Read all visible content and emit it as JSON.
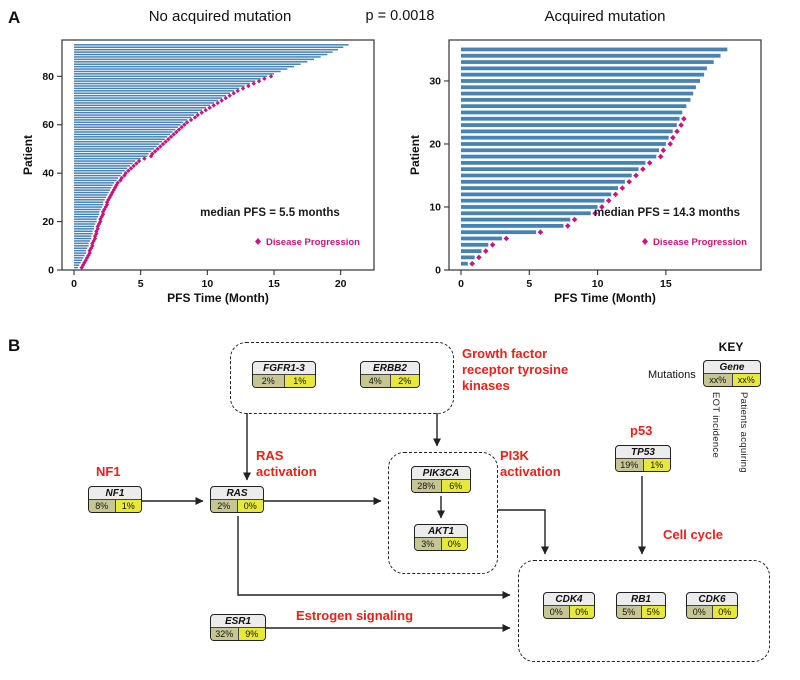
{
  "panel_a": {
    "label": "A",
    "p_value": "p = 0.0018"
  },
  "chart_data": [
    {
      "type": "bar",
      "orientation": "horizontal",
      "title": "No acquired mutation",
      "xlabel": "PFS Time (Month)",
      "ylabel": "Patient",
      "xlim": [
        0,
        21
      ],
      "ylim": [
        0,
        95
      ],
      "xticks": [
        0,
        5,
        10,
        15,
        20
      ],
      "yticks": [
        0,
        20,
        40,
        60,
        80
      ],
      "median_label": "median PFS = 5.5 months",
      "legend": "Disease Progression",
      "values": [
        0.3,
        0.4,
        0.5,
        0.6,
        0.7,
        0.8,
        0.9,
        0.9,
        1.0,
        1.1,
        1.1,
        1.2,
        1.3,
        1.3,
        1.4,
        1.4,
        1.5,
        1.5,
        1.6,
        1.7,
        1.7,
        1.8,
        1.9,
        1.9,
        2.0,
        2.1,
        2.2,
        2.2,
        2.3,
        2.4,
        2.5,
        2.6,
        2.7,
        2.8,
        2.9,
        3.0,
        3.2,
        3.3,
        3.5,
        3.6,
        3.8,
        4.0,
        4.2,
        4.4,
        4.6,
        5.0,
        5.5,
        5.6,
        5.8,
        6.0,
        6.2,
        6.4,
        6.6,
        6.8,
        7.0,
        7.2,
        7.4,
        7.6,
        7.8,
        8.0,
        8.2,
        8.5,
        8.8,
        9.0,
        9.3,
        9.6,
        9.9,
        10.2,
        10.5,
        10.8,
        11.1,
        11.4,
        11.7,
        12.0,
        12.4,
        12.8,
        13.2,
        13.6,
        14.0,
        14.5,
        15.0,
        15.5,
        16.0,
        16.5,
        17.0,
        17.5,
        18.0,
        18.5,
        19.0,
        19.4,
        19.8,
        20.2,
        20.6
      ],
      "progression": [
        1,
        1,
        1,
        1,
        1,
        1,
        1,
        1,
        1,
        1,
        1,
        1,
        1,
        1,
        1,
        1,
        1,
        1,
        1,
        1,
        1,
        1,
        1,
        1,
        1,
        1,
        1,
        1,
        1,
        1,
        1,
        1,
        1,
        1,
        1,
        1,
        1,
        1,
        1,
        1,
        1,
        1,
        1,
        1,
        1,
        1,
        1,
        1,
        1,
        1,
        1,
        1,
        1,
        1,
        1,
        1,
        1,
        1,
        1,
        1,
        1,
        1,
        1,
        1,
        1,
        1,
        1,
        1,
        1,
        1,
        1,
        1,
        1,
        1,
        1,
        1,
        1,
        1,
        1,
        1,
        0,
        0,
        0,
        0,
        0,
        0,
        0,
        0,
        0,
        0,
        0,
        0,
        0
      ]
    },
    {
      "type": "bar",
      "orientation": "horizontal",
      "title": "Acquired mutation",
      "xlabel": "PFS Time (Month)",
      "ylabel": "Patient",
      "xlim": [
        0,
        20.5
      ],
      "ylim": [
        0,
        36.5
      ],
      "xticks": [
        0,
        5,
        10,
        15
      ],
      "yticks": [
        0,
        10,
        20,
        30
      ],
      "median_label": "median PFS = 14.3 months",
      "legend": "Disease Progression",
      "values": [
        0.5,
        1.0,
        1.5,
        2.0,
        3.0,
        5.5,
        7.5,
        8.0,
        9.5,
        10.0,
        10.5,
        11.0,
        11.5,
        12.0,
        12.5,
        13.0,
        13.5,
        14.3,
        14.5,
        15.0,
        15.2,
        15.5,
        15.8,
        16.0,
        16.2,
        16.5,
        16.8,
        17.0,
        17.2,
        17.5,
        17.8,
        18.0,
        18.5,
        19.0,
        19.5
      ],
      "progression": [
        1,
        1,
        1,
        1,
        1,
        1,
        1,
        1,
        1,
        1,
        1,
        1,
        1,
        1,
        1,
        1,
        1,
        1,
        1,
        1,
        1,
        1,
        1,
        1,
        0,
        0,
        0,
        0,
        0,
        0,
        0,
        0,
        0,
        0,
        0
      ]
    }
  ],
  "panel_b": {
    "label": "B",
    "labels": {
      "growth_factor": "Growth factor receptor tyrosine kinases",
      "ras_activation": "RAS activation",
      "pi3k_activation": "PI3K activation",
      "p53": "p53",
      "cell_cycle": "Cell cycle",
      "estrogen": "Estrogen signaling",
      "nf1": "NF1"
    },
    "key": {
      "title": "KEY",
      "mutations_label": "Mutations",
      "gene_name": "Gene",
      "eot_cell": "xx%",
      "acq_cell": "xx%",
      "eot_axis": "EOT incidence",
      "acq_axis": "Patients acquiring"
    },
    "genes": {
      "fgfr13": {
        "name": "FGFR1-3",
        "eot": "2%",
        "acq": "1%"
      },
      "erbb2": {
        "name": "ERBB2",
        "eot": "4%",
        "acq": "2%"
      },
      "nf1": {
        "name": "NF1",
        "eot": "8%",
        "acq": "1%"
      },
      "ras": {
        "name": "RAS",
        "eot": "2%",
        "acq": "0%"
      },
      "pik3ca": {
        "name": "PIK3CA",
        "eot": "28%",
        "acq": "6%"
      },
      "akt1": {
        "name": "AKT1",
        "eot": "3%",
        "acq": "0%"
      },
      "tp53": {
        "name": "TP53",
        "eot": "19%",
        "acq": "1%"
      },
      "cdk4": {
        "name": "CDK4",
        "eot": "0%",
        "acq": "0%"
      },
      "rb1": {
        "name": "RB1",
        "eot": "5%",
        "acq": "5%"
      },
      "cdk6": {
        "name": "CDK6",
        "eot": "0%",
        "acq": "0%"
      },
      "esr1": {
        "name": "ESR1",
        "eot": "32%",
        "acq": "9%"
      }
    }
  },
  "colors": {
    "bar": "#4682B4",
    "progression": "#C7157E",
    "red_label": "#E3231E",
    "eot_cell_bg": "#c6c693",
    "acq_cell_bg": "#e8e838"
  }
}
